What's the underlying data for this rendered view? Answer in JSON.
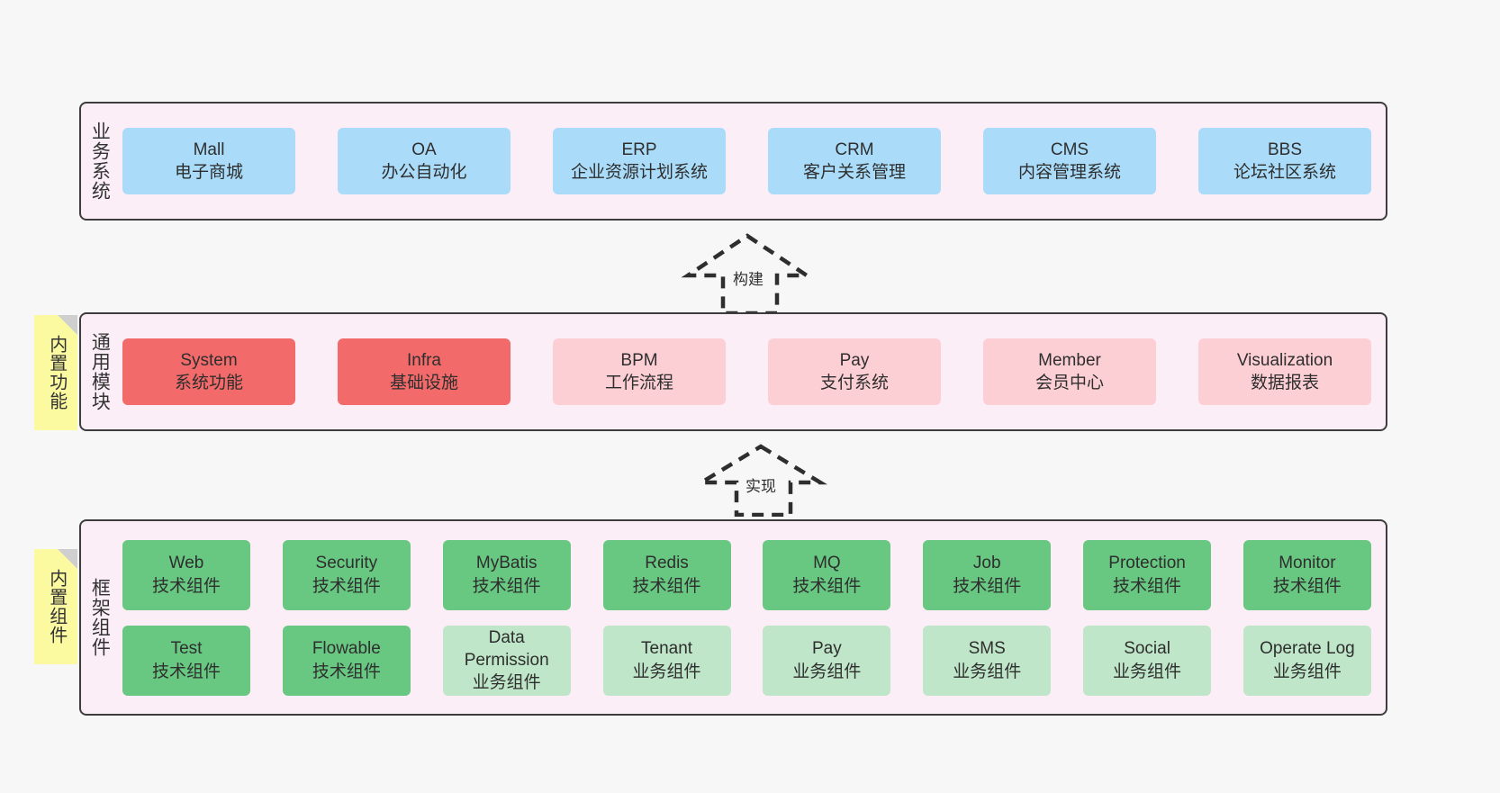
{
  "diagram": {
    "background": "#f7f7f7",
    "palette": {
      "layer_fill": "#fbeef7",
      "layer_border": "#3d3d3d",
      "blue": "#aadcfa",
      "red": "#f36a6a",
      "pink": "#fccfd5",
      "green": "#68c882",
      "light_green": "#bfe6c8",
      "note_fill": "#fbfaa0",
      "note_fold": "#cfcfcf"
    },
    "layers": [
      {
        "id": "business-system",
        "label": "业务系统",
        "rows": [
          {
            "nodes": [
              {
                "title": "Mall",
                "sub": "电子商城",
                "color": "blue"
              },
              {
                "title": "OA",
                "sub": "办公自动化",
                "color": "blue"
              },
              {
                "title": "ERP",
                "sub": "企业资源计划系统",
                "color": "blue"
              },
              {
                "title": "CRM",
                "sub": "客户关系管理",
                "color": "blue"
              },
              {
                "title": "CMS",
                "sub": "内容管理系统",
                "color": "blue"
              },
              {
                "title": "BBS",
                "sub": "论坛社区系统",
                "color": "blue"
              }
            ]
          }
        ]
      },
      {
        "id": "common-module",
        "label": "通用模块",
        "note": "内置功能",
        "rows": [
          {
            "nodes": [
              {
                "title": "System",
                "sub": "系统功能",
                "color": "red"
              },
              {
                "title": "Infra",
                "sub": "基础设施",
                "color": "red"
              },
              {
                "title": "BPM",
                "sub": "工作流程",
                "color": "pink"
              },
              {
                "title": "Pay",
                "sub": "支付系统",
                "color": "pink"
              },
              {
                "title": "Member",
                "sub": "会员中心",
                "color": "pink"
              },
              {
                "title": "Visualization",
                "sub": "数据报表",
                "color": "pink"
              }
            ]
          }
        ]
      },
      {
        "id": "framework-component",
        "label": "框架组件",
        "note": "内置组件",
        "rows": [
          {
            "nodes": [
              {
                "title": "Web",
                "sub": "技术组件",
                "color": "green"
              },
              {
                "title": "Security",
                "sub": "技术组件",
                "color": "green"
              },
              {
                "title": "MyBatis",
                "sub": "技术组件",
                "color": "green"
              },
              {
                "title": "Redis",
                "sub": "技术组件",
                "color": "green"
              },
              {
                "title": "MQ",
                "sub": "技术组件",
                "color": "green"
              },
              {
                "title": "Job",
                "sub": "技术组件",
                "color": "green"
              },
              {
                "title": "Protection",
                "sub": "技术组件",
                "color": "green"
              },
              {
                "title": "Monitor",
                "sub": "技术组件",
                "color": "green"
              }
            ]
          },
          {
            "nodes": [
              {
                "title": "Test",
                "sub": "技术组件",
                "color": "green"
              },
              {
                "title": "Flowable",
                "sub": "技术组件",
                "color": "green"
              },
              {
                "title": "Data Permission",
                "sub": "业务组件",
                "color": "light_green"
              },
              {
                "title": "Tenant",
                "sub": "业务组件",
                "color": "light_green"
              },
              {
                "title": "Pay",
                "sub": "业务组件",
                "color": "light_green"
              },
              {
                "title": "SMS",
                "sub": "业务组件",
                "color": "light_green"
              },
              {
                "title": "Social",
                "sub": "业务组件",
                "color": "light_green"
              },
              {
                "title": "Operate Log",
                "sub": "业务组件",
                "color": "light_green"
              }
            ]
          }
        ]
      }
    ],
    "connectors": [
      {
        "id": "build",
        "label": "构建",
        "from": "common-module",
        "to": "business-system"
      },
      {
        "id": "implement",
        "label": "实现",
        "from": "framework-component",
        "to": "common-module"
      }
    ]
  }
}
